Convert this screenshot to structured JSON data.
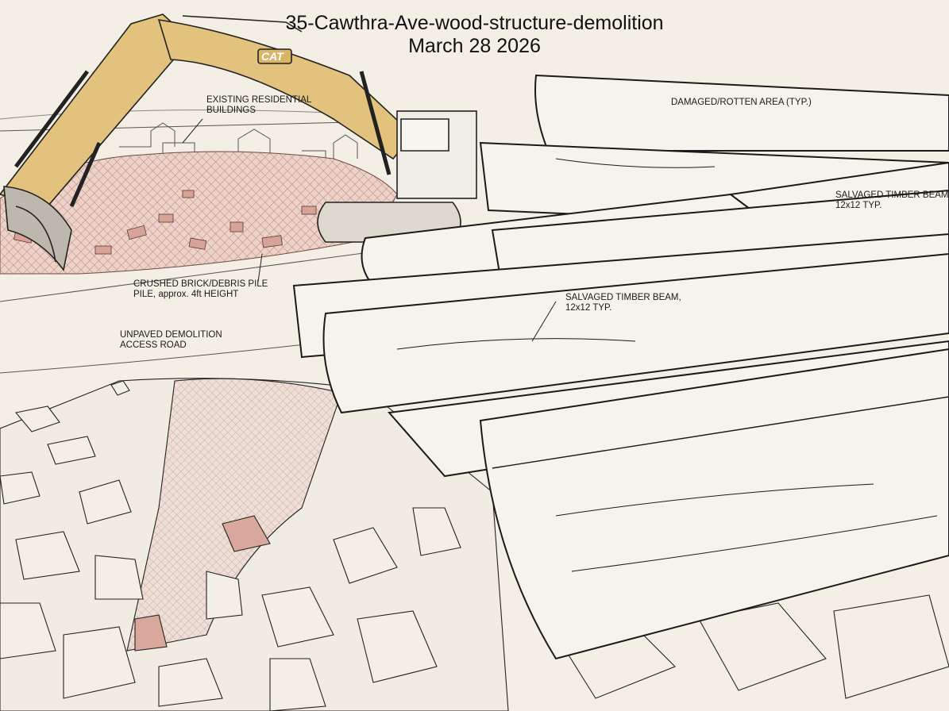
{
  "title": {
    "line1": "35-Cawthra-Ave-wood-structure-demolition",
    "line2": "March 28 2026"
  },
  "labels": {
    "existing_buildings": [
      "EXISTING RESIDENTIAL",
      "BUILDINGS"
    ],
    "damaged_area": "DAMAGED/ROTTEN AREA  (TYP.)",
    "salvaged_beam_right": [
      "SALVAGED TIMBER BEAM,",
      "12x12 TYP."
    ],
    "salvaged_beam_center": [
      "SALVAGED TIMBER BEAM,",
      "12x12 TYP."
    ],
    "debris_pile": [
      "CRUSHED BRICK/DEBRIS PILE",
      "PILE, approx. 4ft HEIGHT"
    ],
    "access_road": [
      "UNPAVED DEMOLITION",
      "ACCESS ROAD"
    ]
  },
  "excavator": {
    "logo": "CAT"
  },
  "colors": {
    "background": "#f3efe5",
    "excavator_yellow": "#e2c27c",
    "debris_pink": "#d9a79b",
    "ink": "#1a1a1a"
  }
}
